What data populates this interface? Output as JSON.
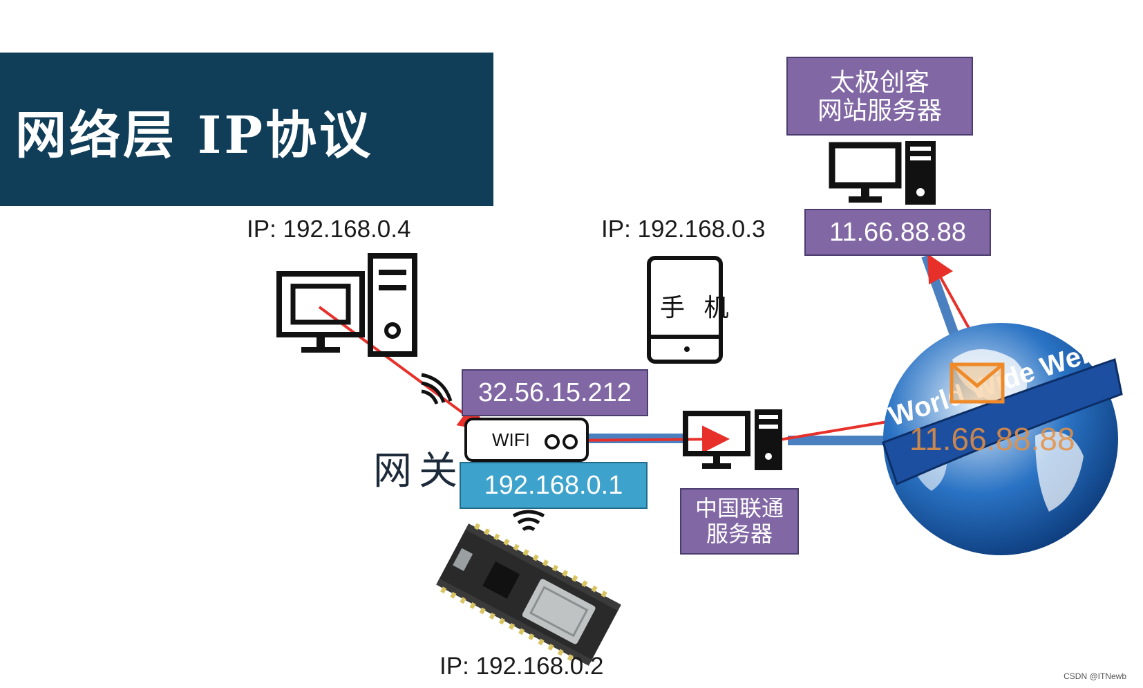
{
  "title": "网络层 IP协议",
  "nodes": {
    "pc": {
      "ip_label": "IP: 192.168.0.4"
    },
    "phone": {
      "ip_label": "IP: 192.168.0.3",
      "text": "手 机"
    },
    "board": {
      "ip_label": "IP: 192.168.0.2"
    },
    "gateway": {
      "label": "网关",
      "router_text": "WIFI",
      "public_ip": "32.56.15.212",
      "local_ip": "192.168.0.1"
    },
    "isp": {
      "label_line1": "中国联通",
      "label_line2": "服务器"
    },
    "web_server": {
      "label_line1": "太极创客",
      "label_line2": "网站服务器",
      "ip": "11.66.88.88"
    },
    "internet": {
      "banner": "World Wide Web",
      "overlay_ip": "11.66.88.88"
    }
  },
  "colors": {
    "title_bg": "#103d58",
    "purple_box": "#8167a4",
    "blue_box": "#3ea3cc",
    "arrow": "#e8302a",
    "link": "#4a7fc0"
  },
  "credit": "CSDN @ITNewb"
}
